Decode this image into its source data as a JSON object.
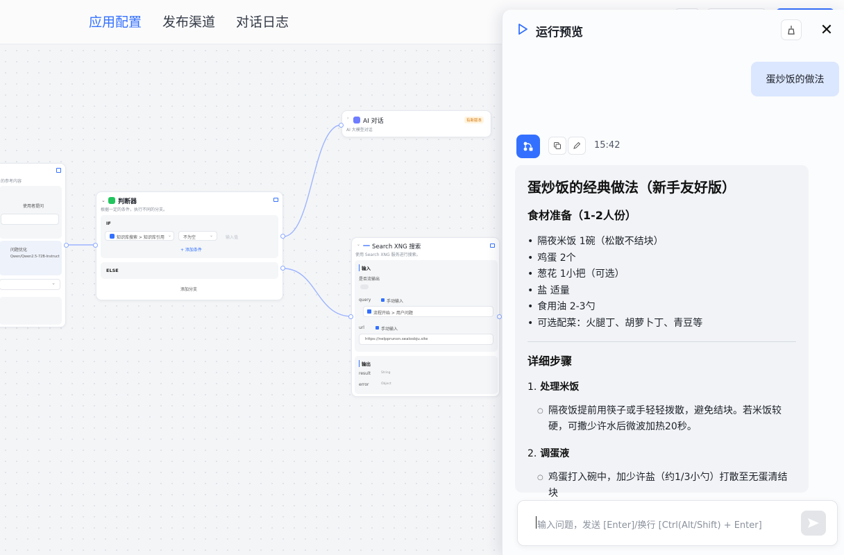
{
  "top_tabs": [
    {
      "label": "应用配置",
      "active": true
    },
    {
      "label": "发布渠道",
      "active": false
    },
    {
      "label": "对话日志",
      "active": false
    }
  ],
  "nodes": {
    "partial_left": {
      "desc": "的参考内容",
      "quote_setting": "使用者提问",
      "model_label": "问题优化",
      "model_value": "Qwen/Qwen2.5-72B-Instruct"
    },
    "judge": {
      "title": "判断器",
      "desc": "根据一定的条件，执行不同的分支。",
      "if_label": "IF",
      "cond_var": "知识库搜索 > 知识库引用",
      "cond_op": "不为空",
      "cond_value_ph": "输入值",
      "add_condition": "+ 添加条件",
      "else_label": "ELSE",
      "add_branch": "添加分支"
    },
    "ai_chat": {
      "title": "AI 对话",
      "desc": "AI 大模型对话",
      "badge": "有新版本"
    },
    "searxng": {
      "title": "Search XNG 搜索",
      "desc": "使用 Search XNG 服务进行搜索。",
      "input_section": "输入",
      "toggle_label": "是否流输出",
      "query_label": "query",
      "manual_input": "手动输入",
      "query_value": "流程开始 > 用户问题",
      "url_label": "url",
      "url_value": "https://nelpprunxn.sealosbju.site",
      "output_section": "输出",
      "out_result": "result",
      "out_result_type": "String",
      "out_error": "error",
      "out_error_type": "Object"
    }
  },
  "panel": {
    "title": "运行预览",
    "user_message": "蛋炒饭的做法",
    "time": "15:42",
    "answer": {
      "title": "蛋炒饭的经典做法（新手友好版）",
      "ingredients_heading": "食材准备（1-2人份）",
      "ingredients": [
        "隔夜米饭 1碗（松散不结块）",
        "鸡蛋 2个",
        "葱花 1小把（可选）",
        "盐 适量",
        "食用油 2-3勺",
        "可选配菜：火腿丁、胡萝卜丁、青豆等"
      ],
      "steps_heading": "详细步骤",
      "steps": [
        {
          "num": "1.",
          "title": "处理米饭",
          "detail": "隔夜饭提前用筷子或手轻轻拨散，避免结块。若米饭较硬，可撒少许水后微波加热20秒。"
        },
        {
          "num": "2.",
          "title": "调蛋液",
          "detail": "鸡蛋打入碗中，加少许盐（约1/3小勺）打散至无蛋清结块"
        }
      ]
    },
    "input_placeholder": "输入问题，发送 [Enter]/换行 [Ctrl(Alt/Shift) + Enter]"
  },
  "colors": {
    "accent": "#3370ff",
    "user_bubble": "#dbe7ff",
    "judge_icon": "#22c55e",
    "ai_icon": "#6f7dff"
  },
  "icons": {
    "play": "play-icon",
    "clear": "broom-icon",
    "close": "close-icon",
    "copy": "copy-icon",
    "edit": "edit-icon",
    "send": "send-icon"
  }
}
